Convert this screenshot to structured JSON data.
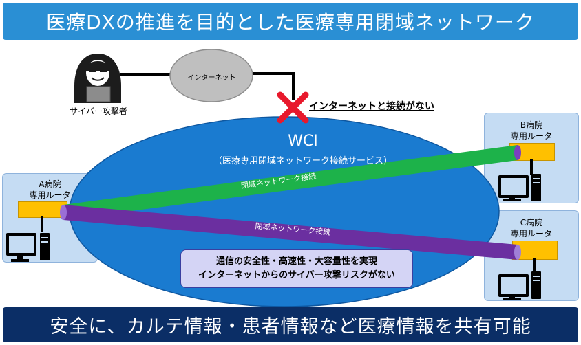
{
  "title": "医療DXの推進を目的とした医療専用閉域ネットワーク",
  "footer": "安全に、カルテ情報・患者情報など医療情報を共有可能",
  "internet_label": "インターネット",
  "attacker_label": "サイバー攻撃者",
  "no_connection_label": "インターネットと接続がない",
  "wci": {
    "name": "WCI",
    "subtitle": "（医療専用閉域ネットワーク接続サービス）"
  },
  "hospitals": {
    "a": {
      "name": "A病院",
      "router": "専用ルータ"
    },
    "b": {
      "name": "B病院",
      "router": "専用ルータ"
    },
    "c": {
      "name": "C病院",
      "router": "専用ルータ"
    }
  },
  "links": {
    "green": "閉域ネットワーク接続",
    "purple": "閉域ネットワーク接続"
  },
  "info_box": {
    "line1": "通信の安全性・高速性・大容量性を実現",
    "line2": "インターネットからのサイバー攻撃リスクがない"
  },
  "colors": {
    "title_bar": "#2a8fd4",
    "footer_bar": "#0b2e66",
    "cloud": "#1a7bd0",
    "green_link": "#1db24a",
    "purple_link": "#6b2fa0",
    "router": "#ffc000",
    "cross": "#e8192c"
  }
}
